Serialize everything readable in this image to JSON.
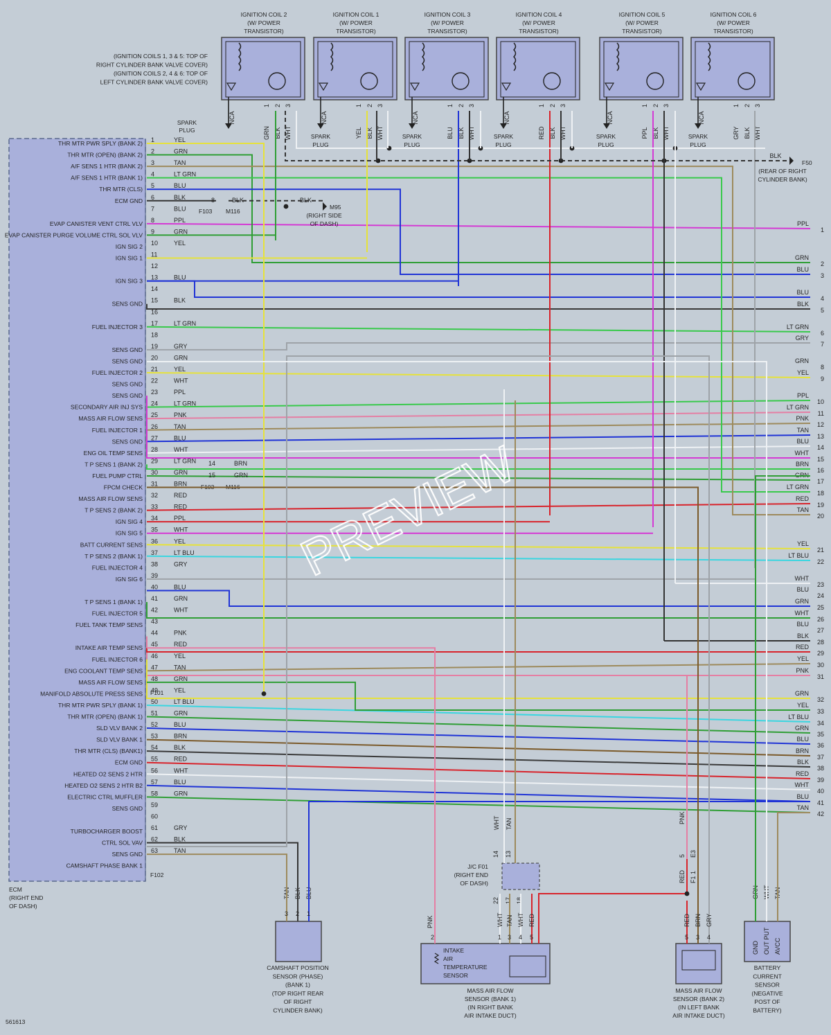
{
  "diagram_id": "561613",
  "watermark": "PREVIEW",
  "colors": {
    "YEL": "#e6e23a",
    "GRN": "#2f9e35",
    "TAN": "#9d8a5c",
    "LT GRN": "#38c94b",
    "BLU": "#1f33d6",
    "BLK": "#3a3a3a",
    "PPL": "#d43ad4",
    "WHT": "#e2e6ea",
    "GRY": "#9ea3a8",
    "PNK": "#e57ea3",
    "RED": "#d8232b",
    "BRN": "#7b5a2a",
    "LT BLU": "#3ad6e0"
  },
  "ecm": {
    "label_lines": [
      "ECM",
      "(RIGHT END",
      "OF DASH)"
    ],
    "connectors": [
      "F101",
      "F102"
    ],
    "inline_connectors": {
      "a": "F103",
      "b": "M116"
    },
    "ground_ref": {
      "name": "M95",
      "lines": [
        "(RIGHT SIDE",
        "OF DASH)"
      ]
    },
    "pin_rows": [
      {
        "pin": "1",
        "color": "YEL",
        "label": "THR MTR PWR SPLY (BANK 2)"
      },
      {
        "pin": "2",
        "color": "GRN",
        "label": "THR MTR (OPEN) (BANK 2)"
      },
      {
        "pin": "3",
        "color": "TAN",
        "label": "A/F SENS 1 HTR (BANK 2)"
      },
      {
        "pin": "4",
        "color": "LT GRN",
        "label": "A/F SENS 1 HTR (BANK 1)"
      },
      {
        "pin": "5",
        "color": "BLU",
        "label": "THR MTR (CLS)"
      },
      {
        "pin": "6",
        "color": "BLK",
        "label": "ECM GND"
      },
      {
        "pin": "7",
        "color": "BLU",
        "label": ""
      },
      {
        "pin": "8",
        "color": "PPL",
        "label": "EVAP CANISTER VENT CTRL VLV"
      },
      {
        "pin": "9",
        "color": "GRN",
        "label": "EVAP CANISTER PURGE VOLUME CTRL SOL VLV"
      },
      {
        "pin": "10",
        "color": "YEL",
        "label": "IGN SIG 2"
      },
      {
        "pin": "11",
        "color": "",
        "label": "IGN SIG 1"
      },
      {
        "pin": "12",
        "color": "",
        "label": ""
      },
      {
        "pin": "13",
        "color": "BLU",
        "label": "IGN SIG 3"
      },
      {
        "pin": "14",
        "color": "",
        "label": ""
      },
      {
        "pin": "15",
        "color": "BLK",
        "label": "SENS GND"
      },
      {
        "pin": "16",
        "color": "",
        "label": ""
      },
      {
        "pin": "17",
        "color": "LT GRN",
        "label": "FUEL INJECTOR 3"
      },
      {
        "pin": "18",
        "color": "",
        "label": ""
      },
      {
        "pin": "19",
        "color": "GRY",
        "label": "SENS GND"
      },
      {
        "pin": "20",
        "color": "GRN",
        "label": "SENS GND"
      },
      {
        "pin": "21",
        "color": "YEL",
        "label": "FUEL INJECTOR 2"
      },
      {
        "pin": "22",
        "color": "WHT",
        "label": "SENS GND"
      },
      {
        "pin": "23",
        "color": "PPL",
        "label": "SENS GND"
      },
      {
        "pin": "24",
        "color": "LT GRN",
        "label": "SECONDARY AIR INJ SYS"
      },
      {
        "pin": "25",
        "color": "PNK",
        "label": "MASS AIR FLOW SENS"
      },
      {
        "pin": "26",
        "color": "TAN",
        "label": "FUEL INJECTOR 1"
      },
      {
        "pin": "27",
        "color": "BLU",
        "label": "SENS GND"
      },
      {
        "pin": "28",
        "color": "WHT",
        "label": "ENG OIL TEMP SENS"
      },
      {
        "pin": "29",
        "color": "LT GRN",
        "label": "T P SENS 1 (BANK 2)"
      },
      {
        "pin": "30",
        "color": "GRN",
        "label": "FUEL PUMP CTRL"
      },
      {
        "pin": "31",
        "color": "BRN",
        "label": "FPCM CHECK"
      },
      {
        "pin": "32",
        "color": "RED",
        "label": "MASS AIR FLOW SENS"
      },
      {
        "pin": "33",
        "color": "RED",
        "label": "T P SENS 2 (BANK 2)"
      },
      {
        "pin": "34",
        "color": "PPL",
        "label": "IGN SIG 4"
      },
      {
        "pin": "35",
        "color": "WHT",
        "label": "IGN SIG 5"
      },
      {
        "pin": "36",
        "color": "YEL",
        "label": "BATT CURRENT SENS"
      },
      {
        "pin": "37",
        "color": "LT BLU",
        "label": "T P SENS 2 (BANK 1)"
      },
      {
        "pin": "38",
        "color": "GRY",
        "label": "FUEL INJECTOR 4"
      },
      {
        "pin": "39",
        "color": "",
        "label": "IGN SIG 6"
      },
      {
        "pin": "40",
        "color": "BLU",
        "label": ""
      },
      {
        "pin": "41",
        "color": "GRN",
        "label": "T P SENS 1 (BANK 1)"
      },
      {
        "pin": "42",
        "color": "WHT",
        "label": "FUEL INJECTOR 5"
      },
      {
        "pin": "43",
        "color": "",
        "label": "FUEL TANK TEMP SENS"
      },
      {
        "pin": "44",
        "color": "PNK",
        "label": ""
      },
      {
        "pin": "45",
        "color": "RED",
        "label": "INTAKE AIR TEMP SENS"
      },
      {
        "pin": "46",
        "color": "YEL",
        "label": "FUEL INJECTOR 6"
      },
      {
        "pin": "47",
        "color": "TAN",
        "label": "ENG COOLANT TEMP SENS"
      },
      {
        "pin": "48",
        "color": "GRN",
        "label": "MASS AIR FLOW SENS"
      },
      {
        "pin": "49",
        "color": "YEL",
        "label": "MANIFOLD ABSOLUTE PRESS SENS"
      },
      {
        "pin": "50",
        "color": "LT BLU",
        "label": "THR MTR PWR SPLY (BANK 1)"
      },
      {
        "pin": "51",
        "color": "GRN",
        "label": "THR MTR (OPEN) (BANK 1)"
      },
      {
        "pin": "52",
        "color": "BLU",
        "label": "SLD VLV BANK 2"
      },
      {
        "pin": "53",
        "color": "BRN",
        "label": "SLD VLV BANK 1"
      },
      {
        "pin": "54",
        "color": "BLK",
        "label": "THR MTR (CLS) (BANK1)"
      },
      {
        "pin": "55",
        "color": "RED",
        "label": "ECM GND"
      },
      {
        "pin": "56",
        "color": "WHT",
        "label": "HEATED O2 SENS 2 HTR"
      },
      {
        "pin": "57",
        "color": "BLU",
        "label": "HEATED O2 SENS 2 HTR B2"
      },
      {
        "pin": "58",
        "color": "GRN",
        "label": "ELECTRIC CTRL MUFFLER"
      },
      {
        "pin": "59",
        "color": "",
        "label": "SENS GND"
      },
      {
        "pin": "60",
        "color": "",
        "label": ""
      },
      {
        "pin": "61",
        "color": "GRY",
        "label": "TURBOCHARGER BOOST"
      },
      {
        "pin": "62",
        "color": "BLK",
        "label": "CTRL SOL VAV"
      },
      {
        "pin": "63",
        "color": "TAN",
        "label": "SENS GND"
      },
      {
        "pin": "",
        "color": "",
        "label": "CAMSHAFT PHASE BANK 1"
      }
    ]
  },
  "ignition_coils": {
    "note_lines": [
      "(IGNITION COILS 1, 3 & 5: TOP OF",
      "RIGHT CYLINDER BANK VALVE COVER)",
      "(IGNITION COILS 2, 4 & 6: TOP OF",
      "LEFT CYLINDER BANK VALVE COVER)"
    ],
    "nca": "NCA",
    "spark_plug": [
      "SPARK",
      "PLUG"
    ],
    "pin_numbers": [
      "1",
      "2",
      "3"
    ],
    "coils": [
      {
        "title": [
          "IGNITION COIL 2",
          "(W/ POWER",
          "TRANSISTOR)"
        ],
        "wires": [
          "GRN",
          "BLK",
          "WHT"
        ]
      },
      {
        "title": [
          "IGNITION COIL 1",
          "(W/ POWER",
          "TRANSISTOR)"
        ],
        "wires": [
          "YEL",
          "BLK",
          "WHT"
        ]
      },
      {
        "title": [
          "IGNITION COIL 3",
          "(W/ POWER",
          "TRANSISTOR)"
        ],
        "wires": [
          "BLU",
          "BLK",
          "WHT"
        ]
      },
      {
        "title": [
          "IGNITION COIL 4",
          "(W/ POWER",
          "TRANSISTOR)"
        ],
        "wires": [
          "RED",
          "BLK",
          "WHT"
        ]
      },
      {
        "title": [
          "IGNITION COIL 5",
          "(W/ POWER",
          "TRANSISTOR)"
        ],
        "wires": [
          "PPL",
          "BLK",
          "WHT"
        ]
      },
      {
        "title": [
          "IGNITION COIL 6",
          "(W/ POWER",
          "TRANSISTOR)"
        ],
        "wires": [
          "GRY",
          "BLK",
          "WHT"
        ]
      }
    ]
  },
  "ground_f50": {
    "name": "F50",
    "wire": "BLK",
    "lines": [
      "(REAR OF RIGHT",
      "CYLINDER BANK)"
    ]
  },
  "inline_labels": {
    "pin6": {
      "num": "8",
      "color": "BLK"
    },
    "ground_wire": "BLK",
    "pin29": {
      "num": "14",
      "color": "BRN"
    },
    "pin30": {
      "num": "15",
      "color": "GRN"
    }
  },
  "right_connector": [
    {
      "pin": "1",
      "color": "PPL"
    },
    {
      "pin": "2",
      "color": "GRN"
    },
    {
      "pin": "3",
      "color": "BLU"
    },
    {
      "pin": "4",
      "color": "BLU"
    },
    {
      "pin": "5",
      "color": "BLK"
    },
    {
      "pin": "6",
      "color": "LT GRN"
    },
    {
      "pin": "7",
      "color": "GRY"
    },
    {
      "pin": "8",
      "color": "GRN"
    },
    {
      "pin": "9",
      "color": "YEL"
    },
    {
      "pin": "10",
      "color": "PPL"
    },
    {
      "pin": "11",
      "color": "LT GRN"
    },
    {
      "pin": "12",
      "color": "PNK"
    },
    {
      "pin": "13",
      "color": "TAN"
    },
    {
      "pin": "14",
      "color": "BLU"
    },
    {
      "pin": "15",
      "color": "WHT"
    },
    {
      "pin": "16",
      "color": "BRN"
    },
    {
      "pin": "17",
      "color": "GRN"
    },
    {
      "pin": "18",
      "color": "LT GRN"
    },
    {
      "pin": "19",
      "color": "RED"
    },
    {
      "pin": "20",
      "color": "TAN"
    },
    {
      "pin": "21",
      "color": "YEL"
    },
    {
      "pin": "22",
      "color": "LT BLU"
    },
    {
      "pin": "23",
      "color": "WHT"
    },
    {
      "pin": "24",
      "color": "BLU"
    },
    {
      "pin": "25",
      "color": "GRN"
    },
    {
      "pin": "26",
      "color": "WHT"
    },
    {
      "pin": "27",
      "color": "BLU"
    },
    {
      "pin": "28",
      "color": "BLK"
    },
    {
      "pin": "29",
      "color": "RED"
    },
    {
      "pin": "30",
      "color": "YEL"
    },
    {
      "pin": "31",
      "color": "PNK"
    },
    {
      "pin": "32",
      "color": "GRN"
    },
    {
      "pin": "33",
      "color": "YEL"
    },
    {
      "pin": "34",
      "color": "LT BLU"
    },
    {
      "pin": "35",
      "color": "GRN"
    },
    {
      "pin": "36",
      "color": "BLU"
    },
    {
      "pin": "37",
      "color": "BRN"
    },
    {
      "pin": "38",
      "color": "BLK"
    },
    {
      "pin": "39",
      "color": "RED"
    },
    {
      "pin": "40",
      "color": "WHT"
    },
    {
      "pin": "41",
      "color": "BLU"
    },
    {
      "pin": "42",
      "color": "TAN"
    }
  ],
  "camshaft_sensor": {
    "lines": [
      "CAMSHAFT POSITION",
      "SENSOR (PHASE)",
      "(BANK 1)",
      "(TOP RIGHT REAR",
      "OF RIGHT",
      "CYLINDER BANK)"
    ],
    "wires": [
      "TAN",
      "BLK",
      "BLU"
    ],
    "pins": [
      "3",
      "2",
      "1"
    ]
  },
  "jc_f01": {
    "lines": [
      "J/C F01",
      "(RIGHT END",
      "OF DASH)"
    ],
    "top_pins": [
      "14",
      "13"
    ],
    "bottom_pins": [
      "22",
      "17",
      "18"
    ]
  },
  "maf_bank1": {
    "inner_lines": [
      "INTAKE",
      "AIR",
      "TEMPERATURE",
      "SENSOR"
    ],
    "lines": [
      "MASS AIR FLOW",
      "SENSOR (BANK 1)",
      "(IN RIGHT BANK",
      "AIR INTAKE DUCT)"
    ],
    "pnk": {
      "pin": "2",
      "color": "PNK"
    },
    "wires": [
      "WHT",
      "TAN",
      "WHT",
      "RED"
    ],
    "pins": [
      "1",
      "3",
      "4",
      "5"
    ],
    "upper_wires": [
      "WHT",
      "TAN"
    ]
  },
  "maf_bank2": {
    "lines": [
      "MASS AIR FLOW",
      "SENSOR (BANK 2)",
      "(IN LEFT BANK",
      "AIR INTAKE DUCT)"
    ],
    "wires": [
      "RED",
      "BRN",
      "GRY"
    ],
    "pins": [
      "5",
      "3",
      "4"
    ],
    "upper": {
      "pink": "PNK",
      "red": "RED",
      "pins": [
        "5",
        "E3",
        "1",
        "F1"
      ]
    }
  },
  "battery_sensor": {
    "lines": [
      "BATTERY",
      "CURRENT",
      "SENSOR",
      "(NEGATIVE",
      "POST OF",
      "BATTERY)"
    ],
    "terminals": [
      "GND",
      "OUT PUT",
      "AVCC"
    ],
    "wires": [
      "GRN",
      "WHT",
      "TAN"
    ]
  }
}
